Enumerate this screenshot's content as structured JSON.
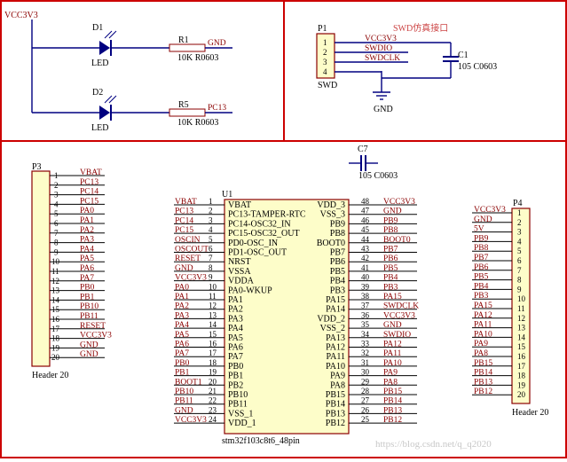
{
  "power": {
    "vcc_label": "VCC3V3"
  },
  "led_block": {
    "d1": {
      "ref": "D1",
      "value": "LED"
    },
    "d2": {
      "ref": "D2",
      "value": "LED"
    },
    "r1": {
      "ref": "R1",
      "value": "10K R0603",
      "net": "GND"
    },
    "r5": {
      "ref": "R5",
      "value": "10K R0603",
      "net": "PC13"
    }
  },
  "swd_block": {
    "ref": "P1",
    "name": "SWD",
    "title": "SWD仿真接口",
    "pins": [
      "1",
      "2",
      "3",
      "4"
    ],
    "nets": [
      "VCC3V3",
      "SWDIO",
      "SWDCLK"
    ],
    "cap_ref": "C1",
    "cap_value": "105 C0603",
    "gnd_label": "GND"
  },
  "c7": {
    "ref": "C7",
    "value": "105 C0603"
  },
  "p3": {
    "ref": "P3",
    "footer": "Header 20",
    "pins": [
      "1",
      "2",
      "3",
      "4",
      "5",
      "6",
      "7",
      "8",
      "9",
      "10",
      "11",
      "12",
      "13",
      "14",
      "15",
      "16",
      "17",
      "18",
      "19",
      "20"
    ],
    "nets": [
      "VBAT",
      "PC13",
      "PC14",
      "PC15",
      "PA0",
      "PA1",
      "PA2",
      "PA3",
      "PA4",
      "PA5",
      "PA6",
      "PA7",
      "PB0",
      "PB1",
      "PB10",
      "PB11",
      "RESET",
      "VCC3V3",
      "GND",
      "GND"
    ]
  },
  "p4": {
    "ref": "P4",
    "footer": "Header 20",
    "pins": [
      "1",
      "2",
      "3",
      "4",
      "5",
      "6",
      "7",
      "8",
      "9",
      "10",
      "11",
      "12",
      "13",
      "14",
      "15",
      "16",
      "17",
      "18",
      "19",
      "20"
    ],
    "nets": [
      "VCC3V3",
      "GND",
      "5V",
      "PB9",
      "PB8",
      "PB7",
      "PB6",
      "PB5",
      "PB4",
      "PB3",
      "PA15",
      "PA12",
      "PA11",
      "PA10",
      "PA9",
      "PA8",
      "PB15",
      "PB14",
      "PB13",
      "PB12"
    ]
  },
  "u1": {
    "ref": "U1",
    "part": "stm32f103c8t6_48pin",
    "left_nets": [
      "VBAT",
      "PC13",
      "PC14",
      "PC15",
      "OSCIN",
      "OSCOUT",
      "RESET",
      "GND",
      "VCC3V3",
      "PA0",
      "PA1",
      "PA2",
      "PA3",
      "PA4",
      "PA5",
      "PA6",
      "PA7",
      "PB0",
      "PB1",
      "BOOT1",
      "PB10",
      "PB11",
      "GND",
      "VCC3V3"
    ],
    "left_nums": [
      "1",
      "2",
      "3",
      "4",
      "5",
      "6",
      "7",
      "8",
      "9",
      "10",
      "11",
      "12",
      "13",
      "14",
      "15",
      "16",
      "17",
      "18",
      "19",
      "20",
      "21",
      "22",
      "23",
      "24"
    ],
    "left_inner": [
      "VBAT",
      "PC13-TAMPER-RTC",
      "PC14-OSC32_IN",
      "PC15-OSC32_OUT",
      "PD0-OSC_IN",
      "PD1-OSC_OUT",
      "NRST",
      "VSSA",
      "VDDA",
      "PA0-WKUP",
      "PA1",
      "PA2",
      "PA3",
      "PA4",
      "PA5",
      "PA6",
      "PA7",
      "PB0",
      "PB1",
      "PB2",
      "PB10",
      "PB11",
      "VSS_1",
      "VDD_1"
    ],
    "right_inner": [
      "VDD_3",
      "VSS_3",
      "PB9",
      "PB8",
      "BOOT0",
      "PB7",
      "PB6",
      "PB5",
      "PB4",
      "PB3",
      "PA15",
      "PA14",
      "VDD_2",
      "VSS_2",
      "PA13",
      "PA12",
      "PA11",
      "PA10",
      "PA9",
      "PA8",
      "PB15",
      "PB14",
      "PB13",
      "PB12"
    ],
    "right_nums": [
      "48",
      "47",
      "46",
      "45",
      "44",
      "43",
      "42",
      "41",
      "40",
      "39",
      "38",
      "37",
      "36",
      "35",
      "34",
      "33",
      "32",
      "31",
      "30",
      "29",
      "28",
      "27",
      "26",
      "25"
    ],
    "right_nets": [
      "VCC3V3",
      "GND",
      "PB9",
      "PB8",
      "BOOT0",
      "PB7",
      "PB6",
      "PB5",
      "PB4",
      "PB3",
      "PA15",
      "SWDCLK",
      "VCC3V3",
      "GND",
      "SWDIO",
      "PA12",
      "PA11",
      "PA10",
      "PA9",
      "PA8",
      "PB15",
      "PB14",
      "PB13",
      "PB12"
    ]
  },
  "watermark": "https://blog.csdn.net/q_q2020",
  "colors": {
    "frame": "#cc0000",
    "wire": "#000080",
    "body": "#fdfdc9",
    "net": "#8b0000"
  }
}
